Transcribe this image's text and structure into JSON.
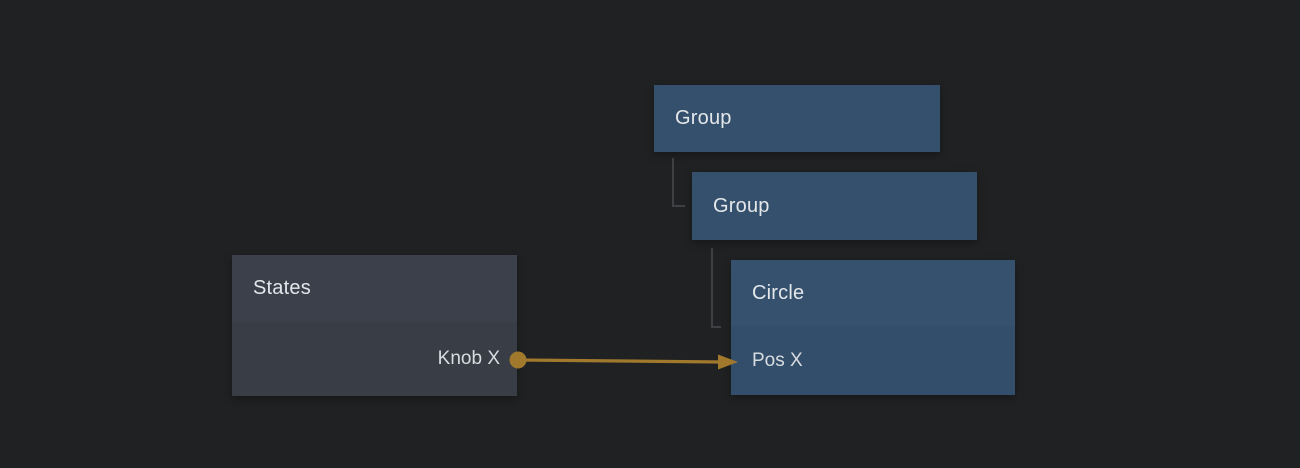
{
  "app": {
    "view": "node-graph-editor"
  },
  "colors": {
    "canvas_background": "#202122",
    "group_node": "#34506c",
    "circle_node_header": "#36516e",
    "circle_node_row": "#324e6b",
    "states_node_header": "#3b404b",
    "states_node_row": "#383d46",
    "hierarchy_connector": "#3f4043",
    "connection_accent": "#a1792d",
    "title_text": "#e4e7ea",
    "port_text": "#d9dcdf"
  },
  "nodes": {
    "group1": {
      "title": "Group"
    },
    "group2": {
      "title": "Group"
    },
    "states": {
      "title": "States",
      "ports": [
        {
          "label": "Knob X",
          "direction": "output"
        }
      ]
    },
    "circle": {
      "title": "Circle",
      "ports": [
        {
          "label": "Pos X",
          "direction": "input"
        }
      ]
    }
  },
  "hierarchy": [
    {
      "parent": "Group",
      "child": "Group"
    },
    {
      "parent": "Group",
      "child": "Circle"
    }
  ],
  "connections": [
    {
      "from": "States / Knob X",
      "to": "Circle / Pos X"
    }
  ]
}
